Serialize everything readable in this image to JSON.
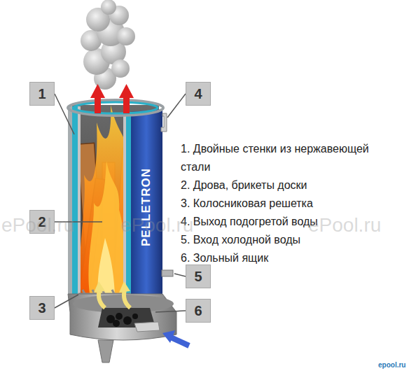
{
  "diagram": {
    "nodes": [
      {
        "text": [
          "1"
        ]
      },
      {
        "text": [
          "4"
        ]
      },
      {
        "text": [
          "2"
        ]
      },
      {
        "text": [
          "5"
        ]
      },
      {
        "text": [
          "3"
        ]
      },
      {
        "text": [
          "6"
        ]
      }
    ],
    "labels": [
      "1. Двойные стенки из нержавеющей стали",
      "2. Дрова, брикеты доски",
      "3. Колосниковая решетка",
      "4. Выход подогретой воды",
      "5. Вход холодной воды",
      "6. Зольный ящик",
      "PELLETRON",
      "ePool.ru",
      "ePool.ru",
      "ePool.ru",
      "epool.ru"
    ]
  }
}
